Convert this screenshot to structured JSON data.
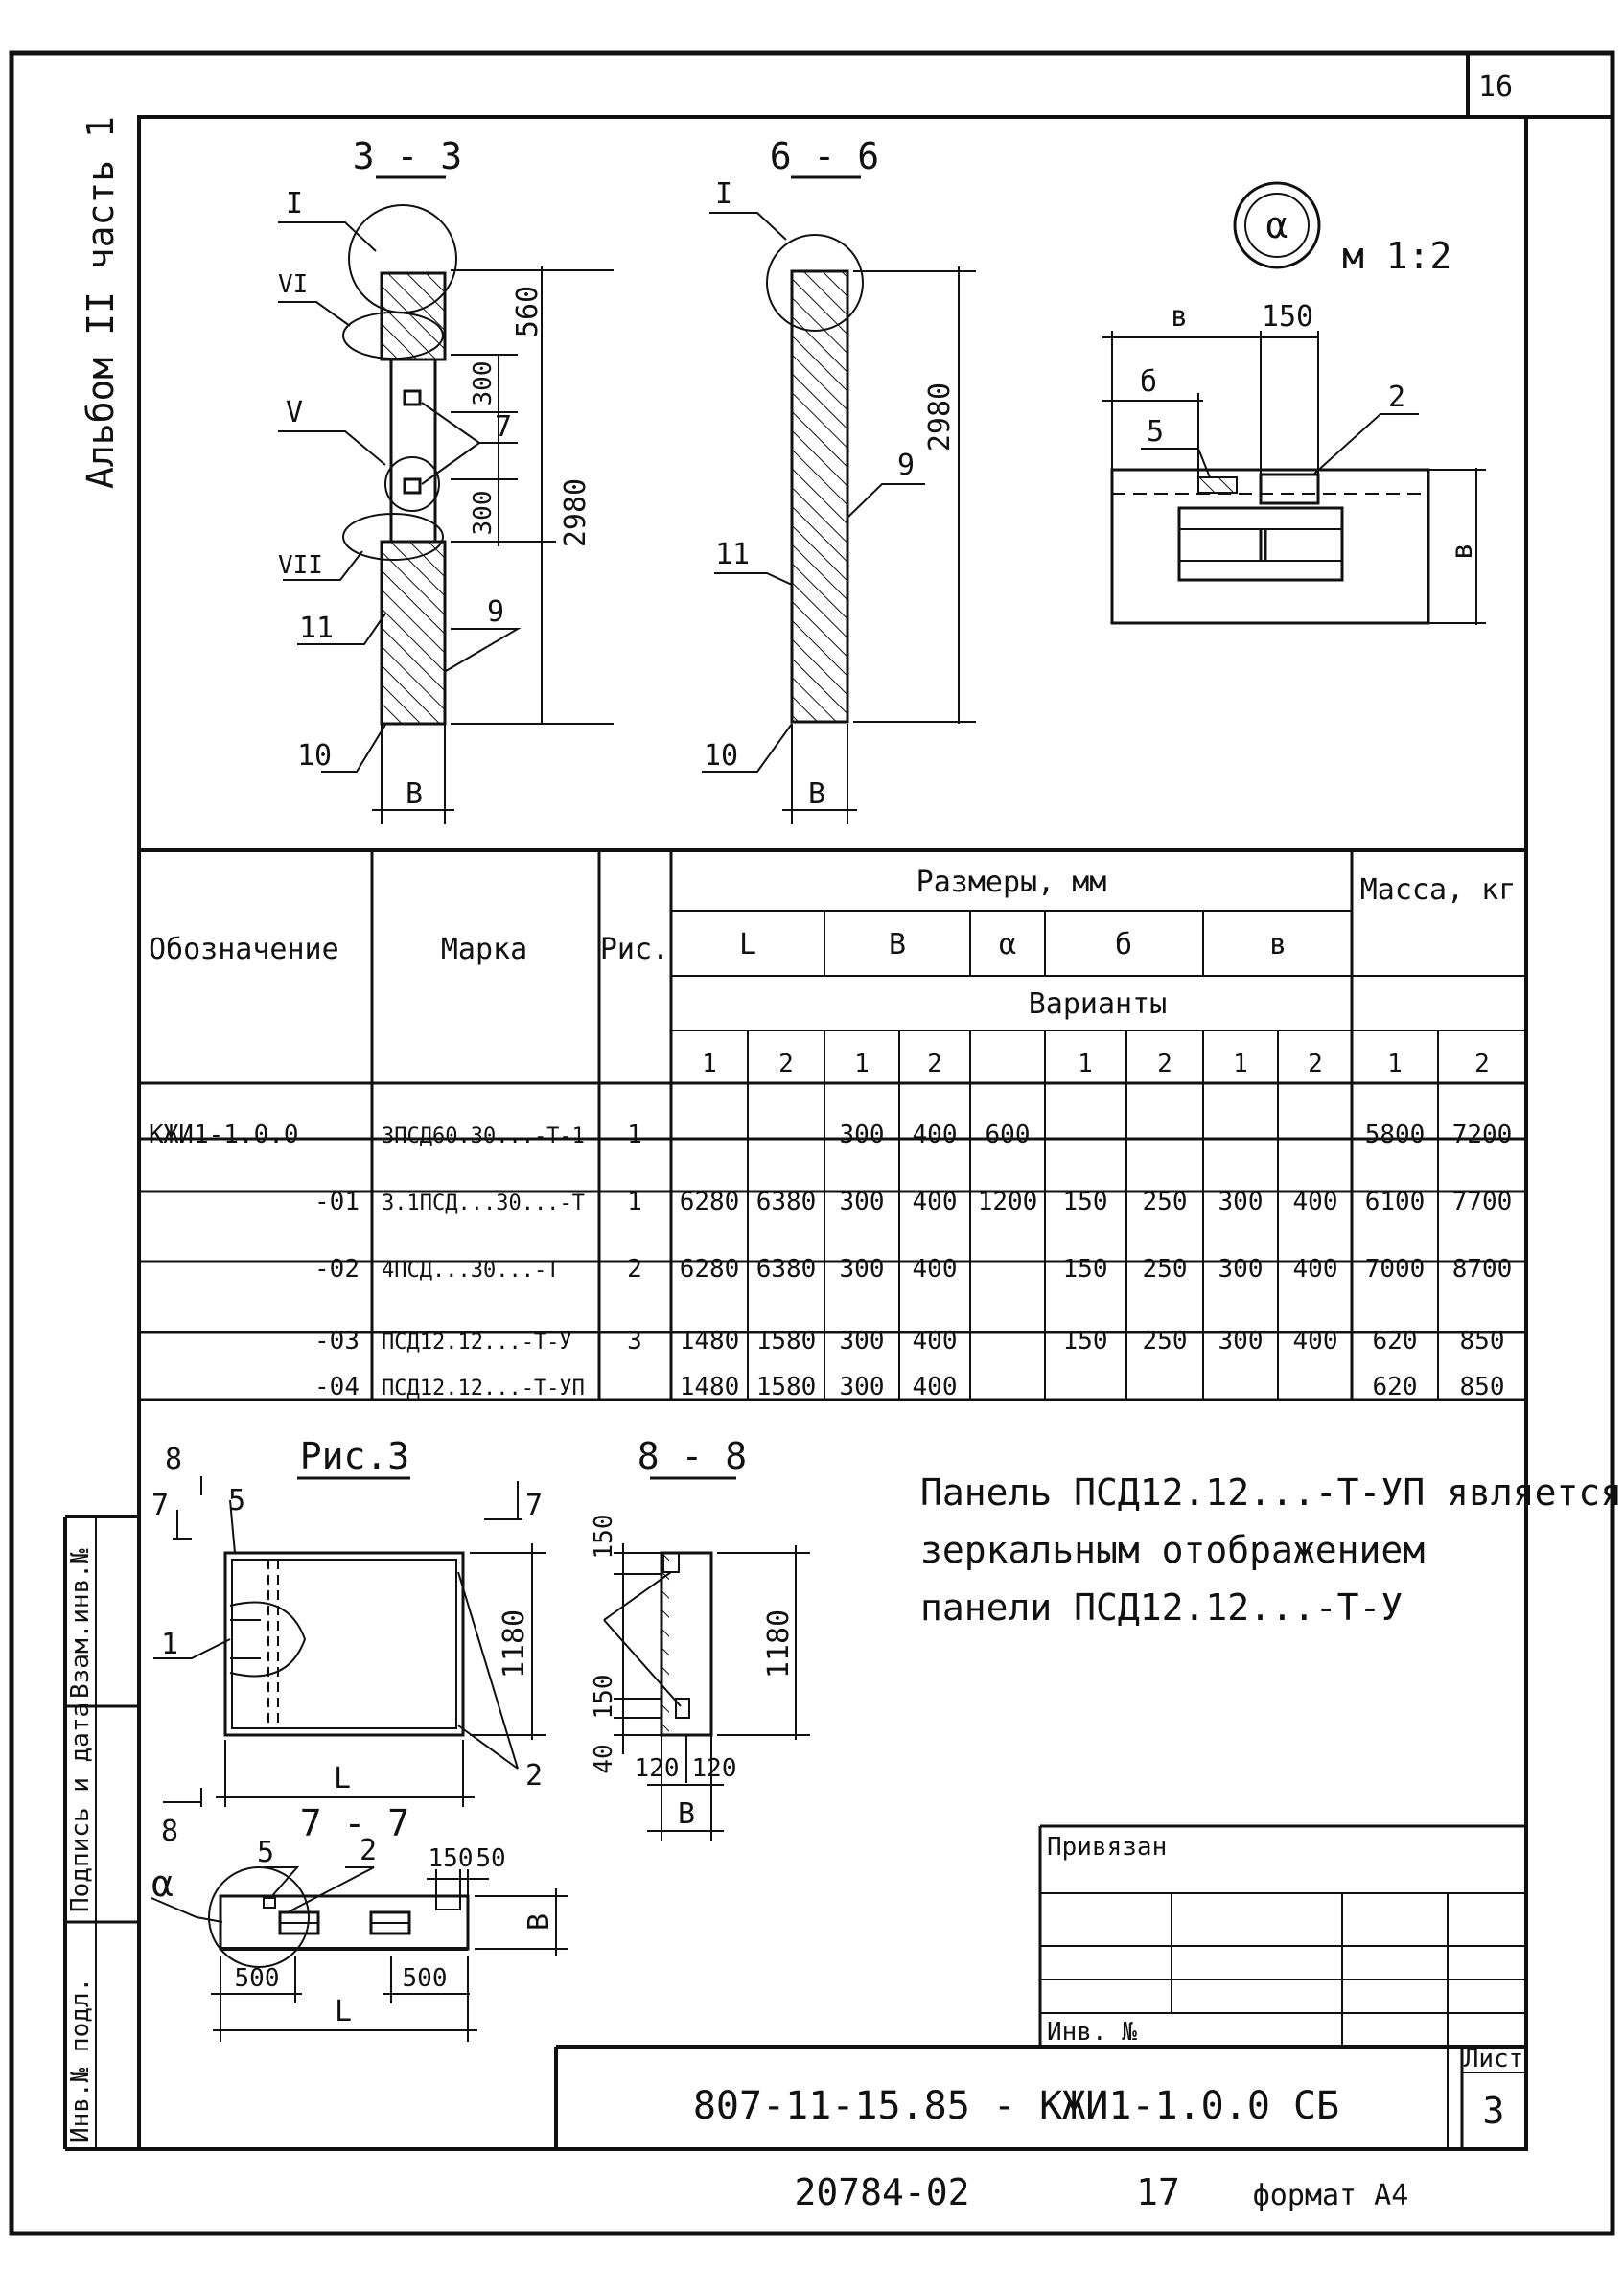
{
  "sheet_number_top": "16",
  "side_text": "Альбом II часть 1",
  "sections": {
    "s33": "3 - 3",
    "s66": "6 - 6",
    "s88": "8 - 8",
    "s77": "7 - 7",
    "fig3": "Рис.3",
    "a_label": "α",
    "scale": "м 1:2"
  },
  "dims": {
    "d2980": "2980",
    "d560": "560",
    "d300": "300",
    "d150": "150",
    "d1180": "1180",
    "d40": "40",
    "d120": "120",
    "d500": "500",
    "d50": "50",
    "B": "В",
    "L": "L",
    "v": "в",
    "b": "б"
  },
  "callouts": {
    "I": "I",
    "VI": "VI",
    "V": "V",
    "VII": "VII",
    "n1": "1",
    "n2": "2",
    "n5": "5",
    "n7": "7",
    "n8": "8",
    "n9": "9",
    "n10": "10",
    "n11": "11"
  },
  "table": {
    "h_oboz": "Обозначение",
    "h_marka": "Марка",
    "h_ris": "Рис.",
    "h_razmery": "Размеры, мм",
    "h_massa": "Масса, кг",
    "h_varianty": "Варианты",
    "cols": [
      "L",
      "В",
      "α",
      "б",
      "в"
    ],
    "variants": [
      "1",
      "2",
      "1",
      "2",
      "",
      "1",
      "2",
      "1",
      "2",
      "1",
      "2"
    ],
    "rows": [
      {
        "oboz": "КЖИ1-1.0.0",
        "marka": "3ПСД60.30...-Т-1",
        "ris": "1",
        "cells": [
          "",
          "",
          "300",
          "400",
          "600",
          "",
          "",
          "",
          "",
          "5800",
          "7200"
        ]
      },
      {
        "oboz": "-01",
        "marka": "3.1ПСД...30...-Т",
        "ris": "1",
        "cells": [
          "6280",
          "6380",
          "300",
          "400",
          "1200",
          "150",
          "250",
          "300",
          "400",
          "6100",
          "7700"
        ]
      },
      {
        "oboz": "-02",
        "marka": "4ПСД...30...-Т",
        "ris": "2",
        "cells": [
          "6280",
          "6380",
          "300",
          "400",
          "",
          "150",
          "250",
          "300",
          "400",
          "7000",
          "8700"
        ]
      },
      {
        "oboz": "-03",
        "marka": "ПСД12.12...-Т-У",
        "ris": "3",
        "cells": [
          "1480",
          "1580",
          "300",
          "400",
          "",
          "150",
          "250",
          "300",
          "400",
          "620",
          "850"
        ]
      },
      {
        "oboz": "-04",
        "marka": "ПСД12.12...-Т-УП",
        "ris": "",
        "cells": [
          "1480",
          "1580",
          "300",
          "400",
          "",
          "",
          "",
          "",
          "",
          "620",
          "850"
        ]
      }
    ]
  },
  "note": {
    "line1": "Панель ПСД12.12...-Т-УП является",
    "line2": "зеркальным отображением",
    "line3": "панели ПСД12.12...-Т-У"
  },
  "left_stamp": {
    "vzam": "Взам.инв.№",
    "podpis": "Подпись и дата",
    "inv": "Инв.№ подл."
  },
  "title_block": {
    "privyazan": "Привязан",
    "inv_no": "Инв. №",
    "code": "807-11-15.85 - КЖИ1-1.0.0 СБ",
    "list_label": "Лист",
    "list_no": "3"
  },
  "footer": {
    "num": "20784-02",
    "page": "17",
    "format": "формат А4"
  }
}
